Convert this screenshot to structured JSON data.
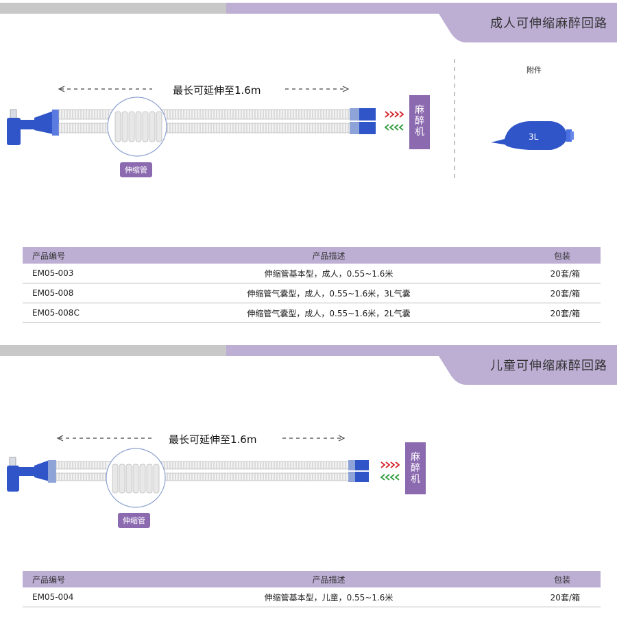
{
  "colors": {
    "banner_grey": "#c8c8c8",
    "banner_purple": "#bdaed4",
    "accent_purple": "#8c6ab0",
    "tube_blue": "#2f55c8",
    "arrow_red": "#d2232a",
    "arrow_green": "#2e9b3c"
  },
  "adult": {
    "title": "成人可伸缩麻醉回路",
    "stretch_label": "最长可延伸至1.6m",
    "tube_label": "伸缩管",
    "machine_label": [
      "麻",
      "醉",
      "机"
    ],
    "accessory_title": "附件",
    "bag_label": "3L",
    "table": {
      "headers": [
        "产品编号",
        "产品描述",
        "包装"
      ],
      "rows": [
        [
          "EM05-003",
          "伸缩管基本型，成人，0.55~1.6米",
          "20套/箱"
        ],
        [
          "EM05-008",
          "伸缩管气囊型，成人，0.55~1.6米，3L气囊",
          "20套/箱"
        ],
        [
          "EM05-008C",
          "伸缩管气囊型，成人，0.55~1.6米，2L气囊",
          "20套/箱"
        ]
      ]
    }
  },
  "child": {
    "title": "儿童可伸缩麻醉回路",
    "stretch_label": "最长可延伸至1.6m",
    "tube_label": "伸缩管",
    "machine_label": [
      "麻",
      "醉",
      "机"
    ],
    "table": {
      "headers": [
        "产品编号",
        "产品描述",
        "包装"
      ],
      "rows": [
        [
          "EM05-004",
          "伸缩管基本型，儿童，0.55~1.6米",
          "20套/箱"
        ]
      ]
    }
  }
}
